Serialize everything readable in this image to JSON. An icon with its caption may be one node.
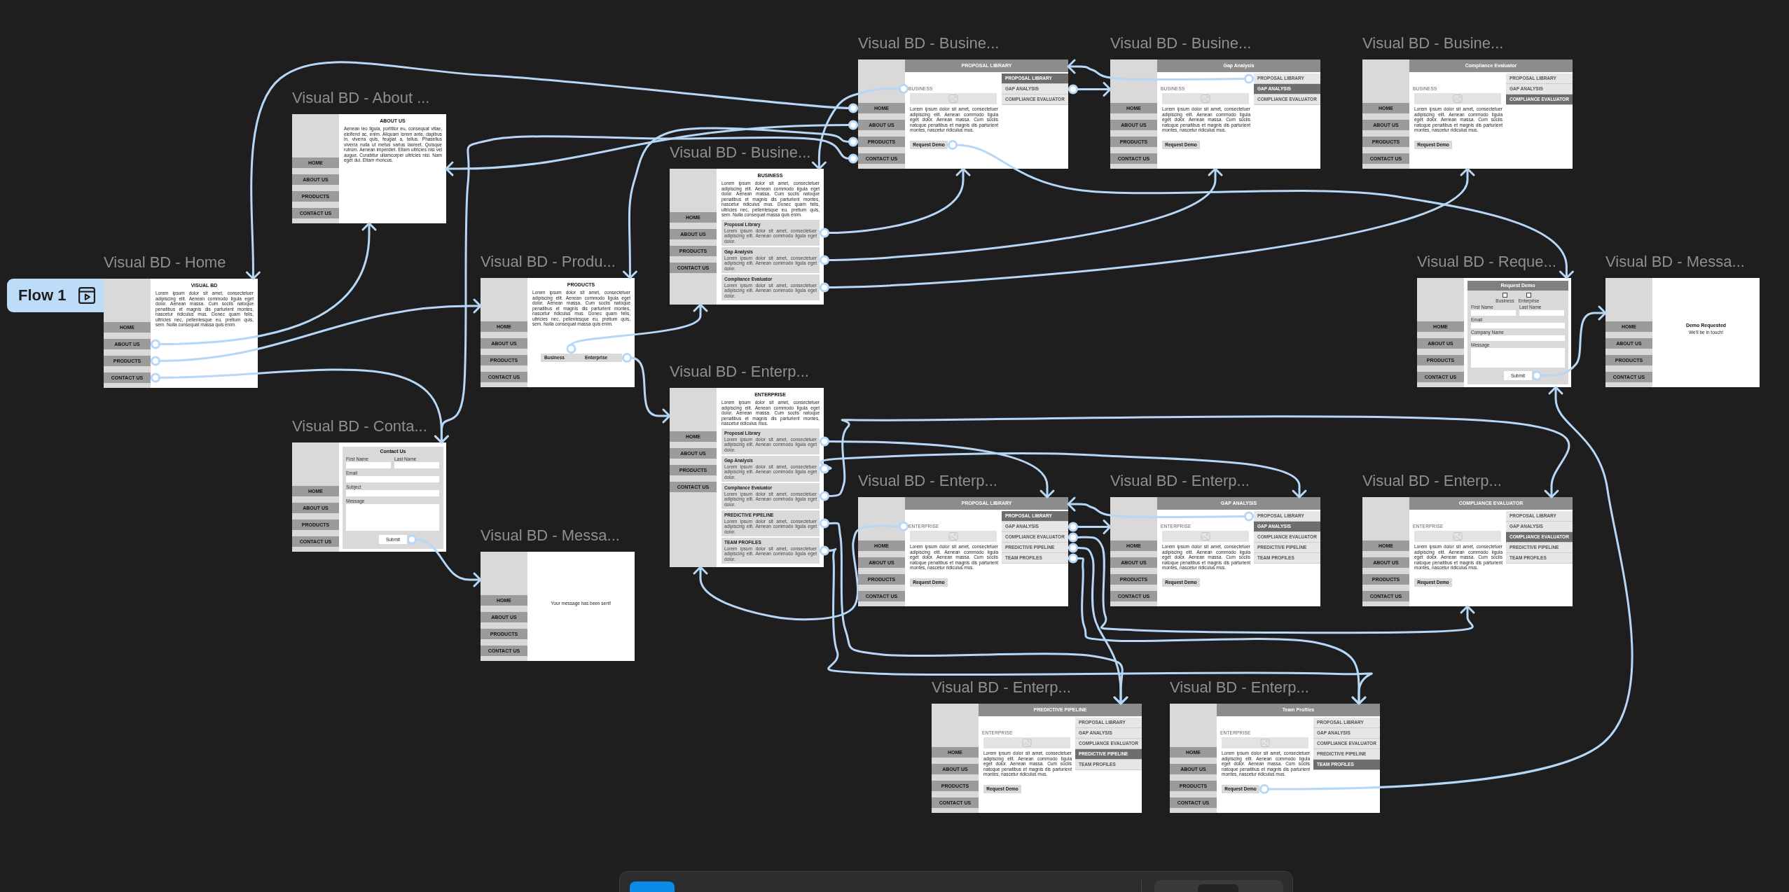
{
  "diagram": {
    "nodes": [
      {
        "text": [
          "Flow 1"
        ]
      },
      {
        "text": [
          "Visual BD - Home",
          "VISUAL BD",
          "Lorem ipsum dolor sit amet, consectetuer adipiscing elit. Aenean commodo ligula eget dolor. Aenean massa. Cum sociis natoque penatibus et magnis dis parturient montes, nascetur ridiculus mus. Donec quam felis, ultricies nec, pellentesque eu, pretium quis, sem. Nulla consequat massa quis enim."
        ]
      },
      {
        "text": [
          "HOME"
        ],
        "in": 1
      },
      {
        "text": [
          "ABOUT US"
        ],
        "in": 1
      },
      {
        "text": [
          "PRODUCTS"
        ],
        "in": 1
      },
      {
        "text": [
          "CONTACT US"
        ],
        "in": 1
      },
      {
        "text": [
          "Visual BD - About ...",
          "ABOUT US",
          "Aenean leo ligula, porttitor eu, consequat vitae, eleifend ac, enim. Aliquam lorem ante, dapibus in, viverra quis, feugiat a, tellus. Phasellus viverra nulla ut metus varius laoreet. Quisque rutrum. Aenean imperdiet. Etiam ultricies nisi vel augue. Curabitur ullamcorper ultricies nisi. Nam eget dui. Etiam rhoncus."
        ]
      },
      {
        "text": [
          "HOME"
        ],
        "in": 6
      },
      {
        "text": [
          "ABOUT US"
        ],
        "in": 6
      },
      {
        "text": [
          "PRODUCTS"
        ],
        "in": 6
      },
      {
        "text": [
          "CONTACT US"
        ],
        "in": 6
      },
      {
        "text": [
          "Visual BD - Produ...",
          "PRODUCTS",
          "Lorem ipsum dolor sit amet, consectetuer adipiscing elit. Aenean commodo ligula eget dolor. Aenean massa. Cum sociis natoque penatibus et magnis dis parturient montes, nascetur ridiculus mus. Donec quam felis, ultricies nec, pellentesque eu, pretium quis, sem. Nulla consequat massa quis enim."
        ]
      },
      {
        "text": [
          "HOME"
        ],
        "in": 11
      },
      {
        "text": [
          "ABOUT US"
        ],
        "in": 11
      },
      {
        "text": [
          "PRODUCTS"
        ],
        "in": 11
      },
      {
        "text": [
          "CONTACT US"
        ],
        "in": 11
      },
      {
        "text": [
          "Business"
        ],
        "in": 11
      },
      {
        "text": [
          "Enterprise"
        ],
        "in": 11
      },
      {
        "text": [
          "Visual BD - Conta..."
        ]
      },
      {
        "text": [
          "HOME"
        ],
        "in": 18
      },
      {
        "text": [
          "ABOUT US"
        ],
        "in": 18
      },
      {
        "text": [
          "PRODUCTS"
        ],
        "in": 18
      },
      {
        "text": [
          "CONTACT US"
        ],
        "in": 18
      },
      {
        "text": [
          "Contact Us",
          "First Name",
          "Last Name",
          "Email",
          "Subject",
          "Message"
        ],
        "in": 18
      },
      {
        "text": [
          "Submit"
        ],
        "in": 23
      },
      {
        "text": [
          "Visual BD - Messa...",
          "Your message has been sent!"
        ]
      },
      {
        "text": [
          "HOME"
        ],
        "in": 25
      },
      {
        "text": [
          "ABOUT US"
        ],
        "in": 25
      },
      {
        "text": [
          "PRODUCTS"
        ],
        "in": 25
      },
      {
        "text": [
          "CONTACT US"
        ],
        "in": 25
      },
      {
        "text": [
          "Visual BD - Busine...",
          "BUSINESS",
          "Lorem ipsum dolor sit amet, consectetuer adipiscing elit. Aenean commodo ligula eget dolor. Aenean massa. Cum sociis natoque penatibus et magnis dis parturient montes, nascetur ridiculus mus. Donec quam felis, ultricies nec, pellentesque eu, pretium quis, sem. Nulla consequat massa quis enim."
        ]
      },
      {
        "text": [
          "HOME"
        ],
        "in": 30
      },
      {
        "text": [
          "ABOUT US"
        ],
        "in": 30
      },
      {
        "text": [
          "PRODUCTS"
        ],
        "in": 30
      },
      {
        "text": [
          "CONTACT US"
        ],
        "in": 30
      },
      {
        "text": [
          "Proposal Library",
          "Lorem ipsum dolor sit amet, consectetuer adipiscing elit. Aenean commodo ligula eget dolor."
        ],
        "in": 30
      },
      {
        "text": [
          "Gap Analysis",
          "Lorem ipsum dolor sit amet, consectetuer adipiscing elit. Aenean commodo ligula eget dolor."
        ],
        "in": 30
      },
      {
        "text": [
          "Compliance Evaluator",
          "Lorem ipsum dolor sit amet, consectetuer adipiscing elit. Aenean commodo ligula eget dolor."
        ],
        "in": 30
      },
      {
        "text": [
          "Visual BD - Busine...",
          "PROPOSAL LIBRARY",
          "Lorem ipsum dolor sit amet, consectetuer adipiscing elit. Aenean commodo ligula eget dolor. Aenean massa. Cum sociis natoque penatibus et magnis dis parturient montes, nascetur ridiculus mus."
        ]
      },
      {
        "text": [
          "HOME"
        ],
        "in": 38
      },
      {
        "text": [
          "ABOUT US"
        ],
        "in": 38
      },
      {
        "text": [
          "PRODUCTS"
        ],
        "in": 38
      },
      {
        "text": [
          "CONTACT US"
        ],
        "in": 38
      },
      {
        "text": [
          "BUSINESS"
        ],
        "in": 38
      },
      {
        "text": [
          "PROPOSAL LIBRARY"
        ],
        "in": 38
      },
      {
        "text": [
          "GAP ANALYSIS"
        ],
        "in": 38
      },
      {
        "text": [
          "COMPLIANCE EVALUATOR"
        ],
        "in": 38
      },
      {
        "text": [
          "Request Demo"
        ],
        "in": 38
      },
      {
        "text": [
          "Visual BD - Busine...",
          "Gap Analysis",
          "Lorem ipsum dolor sit amet, consectetuer adipiscing elit. Aenean commodo ligula eget dolor. Aenean massa. Cum sociis natoque penatibus et magnis dis parturient montes, nascetur ridiculus mus."
        ]
      },
      {
        "text": [
          "HOME"
        ],
        "in": 48
      },
      {
        "text": [
          "ABOUT US"
        ],
        "in": 48
      },
      {
        "text": [
          "PRODUCTS"
        ],
        "in": 48
      },
      {
        "text": [
          "CONTACT US"
        ],
        "in": 48
      },
      {
        "text": [
          "BUSINESS"
        ],
        "in": 48
      },
      {
        "text": [
          "PROPOSAL LIBRARY"
        ],
        "in": 48
      },
      {
        "text": [
          "GAP ANALYSIS"
        ],
        "in": 48
      },
      {
        "text": [
          "COMPLIANCE EVALUATOR"
        ],
        "in": 48
      },
      {
        "text": [
          "Request Demo"
        ],
        "in": 48
      },
      {
        "text": [
          "Visual BD - Busine...",
          "Compliance Evaluator",
          "Lorem ipsum dolor sit amet, consectetuer adipiscing elit. Aenean commodo ligula eget dolor. Aenean massa. Cum sociis natoque penatibus et magnis dis parturient montes, nascetur ridiculus mus."
        ]
      },
      {
        "text": [
          "HOME"
        ],
        "in": 58
      },
      {
        "text": [
          "ABOUT US"
        ],
        "in": 58
      },
      {
        "text": [
          "PRODUCTS"
        ],
        "in": 58
      },
      {
        "text": [
          "CONTACT US"
        ],
        "in": 58
      },
      {
        "text": [
          "BUSINESS"
        ],
        "in": 58
      },
      {
        "text": [
          "PROPOSAL LIBRARY"
        ],
        "in": 58
      },
      {
        "text": [
          "GAP ANALYSIS"
        ],
        "in": 58
      },
      {
        "text": [
          "COMPLIANCE EVALUATOR"
        ],
        "in": 58
      },
      {
        "text": [
          "Request Demo"
        ],
        "in": 58
      },
      {
        "text": [
          "Visual BD - Enterp...",
          "ENTERPRISE",
          "Lorem ipsum dolor sit amet, consectetuer adipiscing elit. Aenean commodo ligula eget dolor. Aenean massa. Cum sociis natoque penatibus et magnis dis parturient montes, nascetur ridiculus mus."
        ]
      },
      {
        "text": [
          "HOME"
        ],
        "in": 68
      },
      {
        "text": [
          "ABOUT US"
        ],
        "in": 68
      },
      {
        "text": [
          "PRODUCTS"
        ],
        "in": 68
      },
      {
        "text": [
          "CONTACT US"
        ],
        "in": 68
      },
      {
        "text": [
          "Proposal Library",
          "Lorem ipsum dolor sit amet, consectetuer adipiscing elit. Aenean commodo ligula eget dolor."
        ],
        "in": 68
      },
      {
        "text": [
          "Gap Analysis",
          "Lorem ipsum dolor sit amet, consectetuer adipiscing elit. Aenean commodo ligula eget dolor."
        ],
        "in": 68
      },
      {
        "text": [
          "Compliance Evaluator",
          "Lorem ipsum dolor sit amet, consectetuer adipiscing elit. Aenean commodo ligula eget dolor."
        ],
        "in": 68
      },
      {
        "text": [
          "PREDICTIVE PIPELINE",
          "Lorem ipsum dolor sit amet, consectetuer adipiscing elit. Aenean commodo ligula eget dolor."
        ],
        "in": 68
      },
      {
        "text": [
          "TEAM PROFILES",
          "Lorem ipsum dolor sit amet, consectetuer adipiscing elit. Aenean commodo ligula eget dolor."
        ],
        "in": 68
      },
      {
        "text": [
          "Visual BD - Enterp...",
          "PROPOSAL LIBRARY",
          "Lorem ipsum dolor sit amet, consectetuer adipiscing elit. Aenean commodo ligula eget dolor. Aenean massa. Cum sociis natoque penatibus et magnis dis parturient montes, nascetur ridiculus mus."
        ]
      },
      {
        "text": [
          "HOME"
        ],
        "in": 78
      },
      {
        "text": [
          "ABOUT US"
        ],
        "in": 78
      },
      {
        "text": [
          "PRODUCTS"
        ],
        "in": 78
      },
      {
        "text": [
          "CONTACT US"
        ],
        "in": 78
      },
      {
        "text": [
          "ENTERPRISE"
        ],
        "in": 78
      },
      {
        "text": [
          "PROPOSAL LIBRARY"
        ],
        "in": 78
      },
      {
        "text": [
          "GAP ANALYSIS"
        ],
        "in": 78
      },
      {
        "text": [
          "COMPLIANCE EVALUATOR"
        ],
        "in": 78
      },
      {
        "text": [
          "PREDICTIVE PIPELINE"
        ],
        "in": 78
      },
      {
        "text": [
          "TEAM PROFILES"
        ],
        "in": 78
      },
      {
        "text": [
          "Request Demo"
        ],
        "in": 78
      },
      {
        "text": [
          "Visual BD - Enterp...",
          "GAP ANALYSIS",
          "Lorem ipsum dolor sit amet, consectetuer adipiscing elit. Aenean commodo ligula eget dolor. Aenean massa. Cum sociis natoque penatibus et magnis dis parturient montes, nascetur ridiculus mus."
        ]
      },
      {
        "text": [
          "HOME"
        ],
        "in": 90
      },
      {
        "text": [
          "ABOUT US"
        ],
        "in": 90
      },
      {
        "text": [
          "PRODUCTS"
        ],
        "in": 90
      },
      {
        "text": [
          "CONTACT US"
        ],
        "in": 90
      },
      {
        "text": [
          "ENTERPRISE"
        ],
        "in": 90
      },
      {
        "text": [
          "PROPOSAL LIBRARY"
        ],
        "in": 90
      },
      {
        "text": [
          "GAP ANALYSIS"
        ],
        "in": 90
      },
      {
        "text": [
          "COMPLIANCE EVALUATOR"
        ],
        "in": 90
      },
      {
        "text": [
          "PREDICTIVE PIPELINE"
        ],
        "in": 90
      },
      {
        "text": [
          "TEAM PROFILES"
        ],
        "in": 90
      },
      {
        "text": [
          "Request Demo"
        ],
        "in": 90
      },
      {
        "text": [
          "Visual BD - Enterp...",
          "COMPLIANCE EVALUATOR",
          "Lorem ipsum dolor sit amet, consectetuer adipiscing elit. Aenean commodo ligula eget dolor. Aenean massa. Cum sociis natoque penatibus et magnis dis parturient montes, nascetur ridiculus mus."
        ]
      },
      {
        "text": [
          "HOME"
        ],
        "in": 102
      },
      {
        "text": [
          "ABOUT US"
        ],
        "in": 102
      },
      {
        "text": [
          "PRODUCTS"
        ],
        "in": 102
      },
      {
        "text": [
          "CONTACT US"
        ],
        "in": 102
      },
      {
        "text": [
          "ENTERPRISE"
        ],
        "in": 102
      },
      {
        "text": [
          "PROPOSAL LIBRARY"
        ],
        "in": 102
      },
      {
        "text": [
          "GAP ANALYSIS"
        ],
        "in": 102
      },
      {
        "text": [
          "COMPLIANCE EVALUATOR"
        ],
        "in": 102
      },
      {
        "text": [
          "PREDICTIVE PIPELINE"
        ],
        "in": 102
      },
      {
        "text": [
          "TEAM PROFILES"
        ],
        "in": 102
      },
      {
        "text": [
          "Request Demo"
        ],
        "in": 102
      },
      {
        "text": [
          "Visual BD - Enterp...",
          "PREDICTIVE PIPELINE",
          "Lorem ipsum dolor sit amet, consectetuer adipiscing elit. Aenean commodo ligula eget dolor. Aenean massa. Cum sociis natoque penatibus et magnis dis parturient montes, nascetur ridiculus mus."
        ]
      },
      {
        "text": [
          "HOME"
        ],
        "in": 114
      },
      {
        "text": [
          "ABOUT US"
        ],
        "in": 114
      },
      {
        "text": [
          "PRODUCTS"
        ],
        "in": 114
      },
      {
        "text": [
          "CONTACT US"
        ],
        "in": 114
      },
      {
        "text": [
          "ENTERPRISE"
        ],
        "in": 114
      },
      {
        "text": [
          "PROPOSAL LIBRARY"
        ],
        "in": 114
      },
      {
        "text": [
          "GAP ANALYSIS"
        ],
        "in": 114
      },
      {
        "text": [
          "COMPLIANCE EVALUATOR"
        ],
        "in": 114
      },
      {
        "text": [
          "PREDICTIVE PIPELINE"
        ],
        "in": 114
      },
      {
        "text": [
          "TEAM PROFILES"
        ],
        "in": 114
      },
      {
        "text": [
          "Request Demo"
        ],
        "in": 114
      },
      {
        "text": [
          "Visual BD - Enterp...",
          "Team Profiles",
          "Lorem ipsum dolor sit amet, consectetuer adipiscing elit. Aenean commodo ligula eget dolor. Aenean massa. Cum sociis natoque penatibus et magnis dis parturient montes, nascetur ridiculus mus."
        ]
      },
      {
        "text": [
          "HOME"
        ],
        "in": 126
      },
      {
        "text": [
          "ABOUT US"
        ],
        "in": 126
      },
      {
        "text": [
          "PRODUCTS"
        ],
        "in": 126
      },
      {
        "text": [
          "CONTACT US"
        ],
        "in": 126
      },
      {
        "text": [
          "ENTERPRISE"
        ],
        "in": 126
      },
      {
        "text": [
          "PROPOSAL LIBRARY"
        ],
        "in": 126
      },
      {
        "text": [
          "GAP ANALYSIS"
        ],
        "in": 126
      },
      {
        "text": [
          "COMPLIANCE EVALUATOR"
        ],
        "in": 126
      },
      {
        "text": [
          "PREDICTIVE PIPELINE"
        ],
        "in": 126
      },
      {
        "text": [
          "TEAM PROFILES"
        ],
        "in": 126
      },
      {
        "text": [
          "Request Demo"
        ],
        "in": 126
      },
      {
        "text": [
          "Visual BD - Reque..."
        ]
      },
      {
        "text": [
          "HOME"
        ],
        "in": 138
      },
      {
        "text": [
          "ABOUT US"
        ],
        "in": 138
      },
      {
        "text": [
          "PRODUCTS"
        ],
        "in": 138
      },
      {
        "text": [
          "CONTACT US"
        ],
        "in": 138
      },
      {
        "text": [
          "Request Demo",
          "Business",
          "Enterprise",
          "First Name",
          "Last Name",
          "Email",
          "Company Name",
          "Message"
        ],
        "in": 138
      },
      {
        "text": [
          "Submit"
        ],
        "in": 143
      },
      {
        "text": [
          "Visual BD - Messa...",
          "Demo Requested",
          "We'll be in touch!"
        ]
      },
      {
        "text": [
          "HOME"
        ],
        "in": 145
      },
      {
        "text": [
          "ABOUT US"
        ],
        "in": 145
      },
      {
        "text": [
          "PRODUCTS"
        ],
        "in": 145
      },
      {
        "text": [
          "CONTACT US"
        ],
        "in": 145
      }
    ],
    "edges": [
      {
        "from": 3,
        "to": 6,
        "arrow": "to"
      },
      {
        "from": 4,
        "to": 11,
        "arrow": "to"
      },
      {
        "from": 5,
        "to": 18,
        "arrow": "to"
      },
      {
        "from": 24,
        "to": 25,
        "arrow": "to"
      },
      {
        "from": 16,
        "to": 30,
        "arrow": "to"
      },
      {
        "from": 17,
        "to": 68,
        "arrow": "to"
      },
      {
        "from": 35,
        "to": 38,
        "arrow": "to"
      },
      {
        "from": 36,
        "to": 48,
        "arrow": "to"
      },
      {
        "from": 37,
        "to": 58,
        "arrow": "to"
      },
      {
        "from": 43,
        "to": 30,
        "arrow": "to"
      },
      {
        "from": 45,
        "to": 48,
        "arrow": "to"
      },
      {
        "from": 47,
        "to": 138,
        "arrow": "to"
      },
      {
        "from": 39,
        "to": 1,
        "arrow": "to"
      },
      {
        "from": 40,
        "to": 6,
        "arrow": "to"
      },
      {
        "from": 41,
        "to": 11,
        "arrow": "to"
      },
      {
        "from": 42,
        "to": 18,
        "arrow": "to"
      },
      {
        "from": 54,
        "to": 38,
        "arrow": "to"
      },
      {
        "from": 73,
        "to": 78,
        "arrow": "to"
      },
      {
        "from": 74,
        "to": 90,
        "arrow": "to"
      },
      {
        "from": 75,
        "to": 102,
        "arrow": "to"
      },
      {
        "from": 76,
        "to": 114,
        "arrow": "to"
      },
      {
        "from": 77,
        "to": 126,
        "arrow": "to"
      },
      {
        "from": 83,
        "to": 68,
        "arrow": "to"
      },
      {
        "from": 85,
        "to": 90,
        "arrow": "to"
      },
      {
        "from": 86,
        "to": 102,
        "arrow": "to"
      },
      {
        "from": 87,
        "to": 114,
        "arrow": "to"
      },
      {
        "from": 88,
        "to": 126,
        "arrow": "to"
      },
      {
        "from": 96,
        "to": 78,
        "arrow": "to"
      },
      {
        "from": 137,
        "to": 138,
        "arrow": "to"
      },
      {
        "from": 144,
        "to": 145,
        "arrow": "to"
      }
    ]
  }
}
